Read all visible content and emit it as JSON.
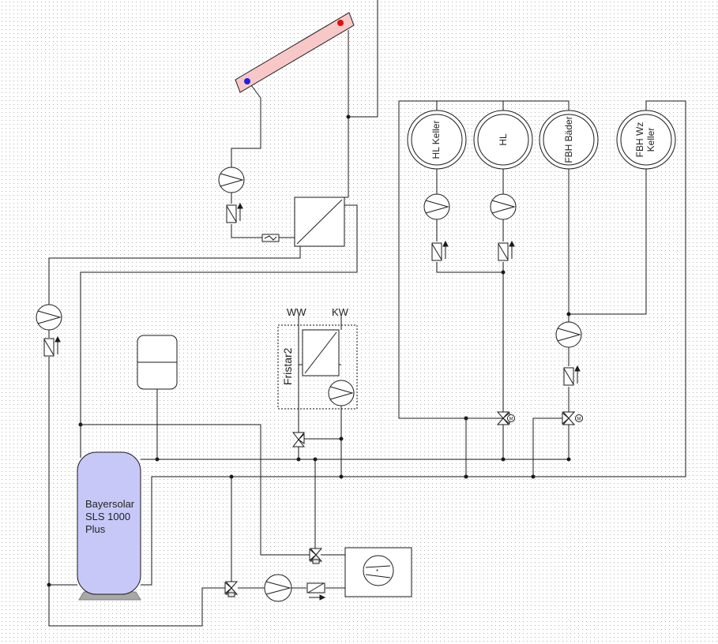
{
  "tank": {
    "line1": "Bayersolar",
    "line2": "SLS 1000",
    "line3": "Plus",
    "fill": "#c8c8f8"
  },
  "collector": {
    "fill": "#f8c8c8",
    "cold_port_color": "#2020e0",
    "hot_port_color": "#e01010"
  },
  "circuits": {
    "hl_keller": [
      "HL Keller"
    ],
    "hl": [
      "HL"
    ],
    "fbh_baeder": [
      "FBH Bäder"
    ],
    "fbh_wz_keller": [
      "FBH Wz",
      "Keller"
    ]
  },
  "fristar": {
    "label": "Fristar2",
    "ww": "WW",
    "kw": "KW"
  },
  "valve_motor_symbol": "M",
  "line_color": "#1a1a1a"
}
